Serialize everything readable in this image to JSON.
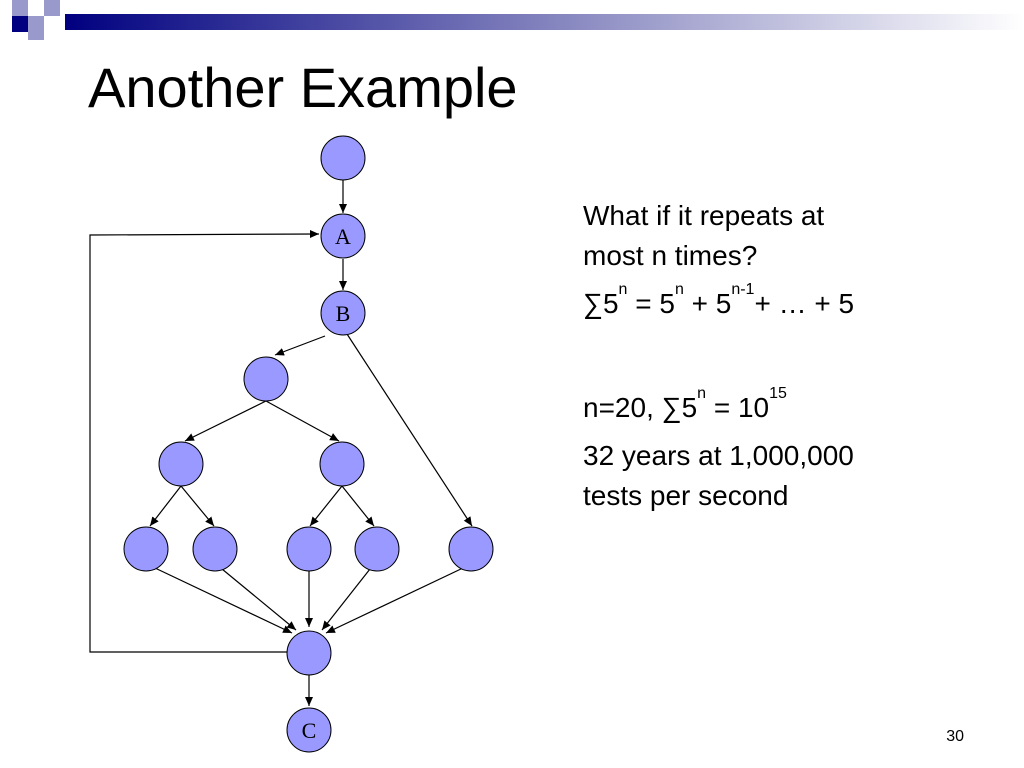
{
  "slide": {
    "title": "Another Example",
    "page_number": "30"
  },
  "colors": {
    "header_dark": "#000080",
    "header_mid": "#5a5ab0",
    "header_light": "#9999cc",
    "node_fill": "#9999ff",
    "node_stroke": "#000000",
    "edge": "#000000"
  },
  "diagram": {
    "node_a_label": "A",
    "node_b_label": "B",
    "node_c_label": "C"
  },
  "text": {
    "line1": "What if it repeats at",
    "line2": "most n times?",
    "formula1": {
      "sigma": "∑5",
      "sup1": "n",
      "eq": " = 5",
      "sup2": "n",
      "plus": " + 5",
      "sup3": "n-1",
      "tail": "+ … + 5"
    },
    "formula2": {
      "prefix": "n=20, ∑5",
      "sup1": "n",
      "eq": " = 10",
      "sup2": "15"
    },
    "line5": "32 years at 1,000,000",
    "line6": "tests per second"
  }
}
